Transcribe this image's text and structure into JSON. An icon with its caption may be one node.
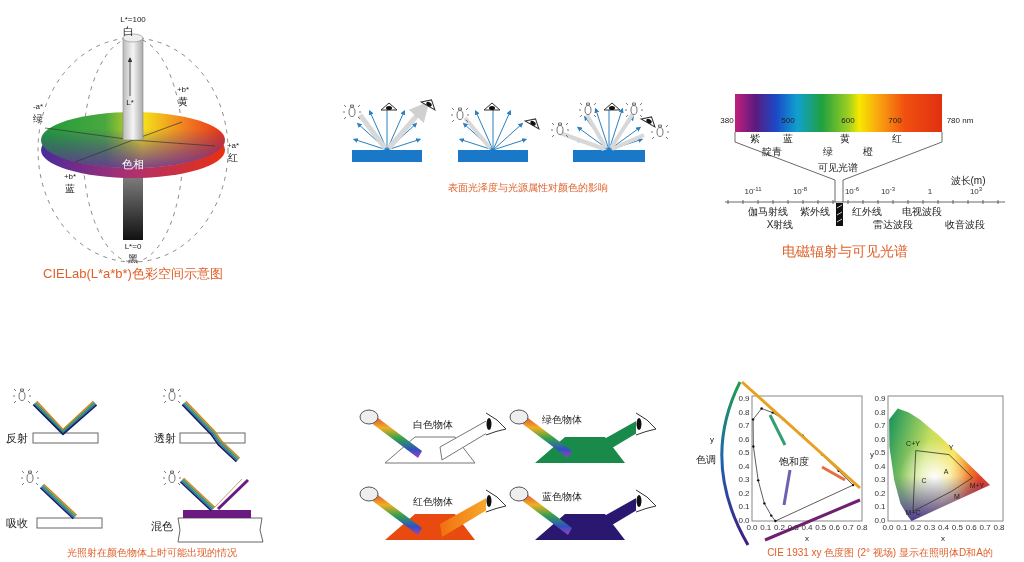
{
  "diagram": {
    "labels": [
      "L*=100",
      "白",
      "-a*",
      "绿",
      "+b*",
      "黄",
      "L*",
      "+a*",
      "红",
      "色相",
      "+b*",
      "蓝",
      "L*=0",
      "黑",
      "CIELab(L*a*b*)色彩空间示意图",
      "表面光泽度与光源属性对颜色的影响",
      "380",
      "500",
      "600",
      "700",
      "780 nm",
      "紫",
      "蓝",
      "黄",
      "红",
      "靛青",
      "绿",
      "橙",
      "可见光谱",
      "波长(m)",
      "10$^{-11}$",
      "10$^{-8}$",
      "10$^{-6}$",
      "10$^{-3}$",
      "1",
      "10$^{3}$",
      "伽马射线",
      "紫外线",
      "红外线",
      "电视波段",
      "X射线",
      "雷达波段",
      "收音波段",
      "电磁辐射与可见光谱",
      "反射",
      "透射",
      "吸收",
      "混色",
      "白色物体",
      "绿色物体",
      "红色物体",
      "蓝色物体",
      "光照射在颜色物体上时可能出现的情况",
      "0.9",
      "0.8",
      "0.7",
      "0.6",
      "0.5",
      "0.4",
      "0.3",
      "0.2",
      "0.1",
      "0.0",
      "0.0",
      "0.1",
      "0.2",
      "0.3",
      "0.4",
      "0.5",
      "0.6",
      "0.7",
      "0.8",
      "x",
      "y",
      "色调",
      "饱和度",
      "0.9",
      "0.8",
      "0.7",
      "0.6",
      "0.5",
      "0.4",
      "0.3",
      "0.2",
      "0.1",
      "0.0",
      "0.0",
      "0.1",
      "0.2",
      "0.3",
      "0.4",
      "0.5",
      "0.6",
      "0.7",
      "0.8",
      "x",
      "y",
      "C+Y",
      "Y",
      "A",
      "C",
      "M+Y",
      "M",
      "M+C",
      "CIE 1931 xy 色度图 (2° 视场) 显示在照明体D和A的"
    ]
  }
}
